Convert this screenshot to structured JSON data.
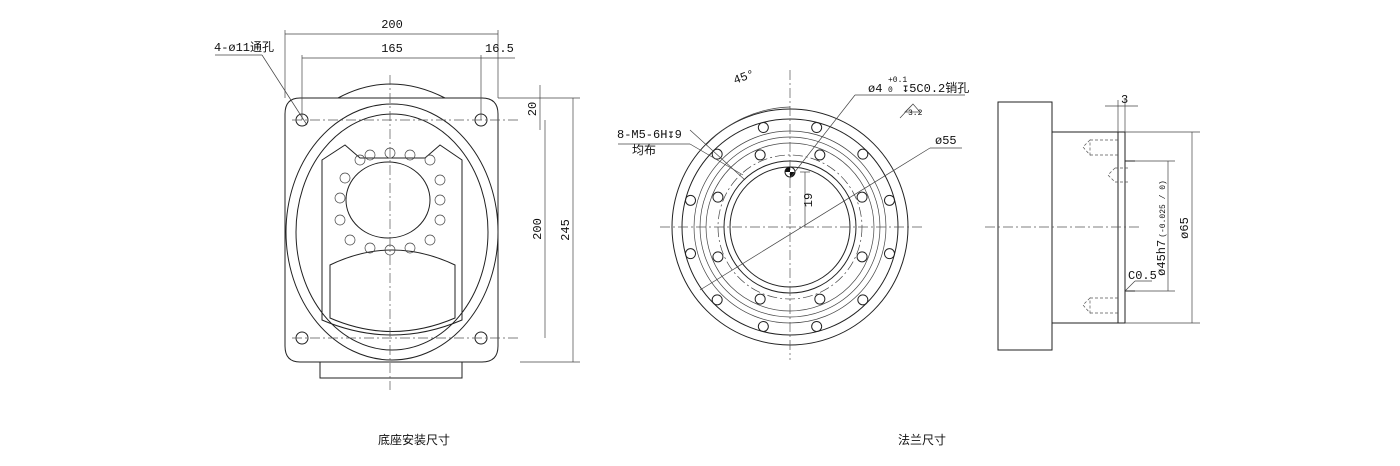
{
  "base_view": {
    "caption": "底座安装尺寸",
    "dims": {
      "overall_width": "200",
      "hole_spacing_h": "165",
      "edge_offset": "16.5",
      "top_offset": "20",
      "hole_spacing_v": "200",
      "overall_height": "245"
    },
    "hole_callout": "4-ø11通孔"
  },
  "flange_view": {
    "caption": "法兰尺寸",
    "angle": "45°",
    "thread_callout": "8-M5-6H↧9",
    "thread_callout_note": "均布",
    "pin_hole_callout": "ø4",
    "pin_tol_upper": "+0.1",
    "pin_tol_lower": "0",
    "pin_hole_rest": "↧5C0.2销孔",
    "roughness": "3.2",
    "diameter": "ø55",
    "offset": "19"
  },
  "side_view": {
    "thickness": "3",
    "pilot_dia": "ø45h7",
    "pilot_tol": "(-0.025 / 0)",
    "outer_dia": "ø65",
    "chamfer": "C0.5"
  }
}
